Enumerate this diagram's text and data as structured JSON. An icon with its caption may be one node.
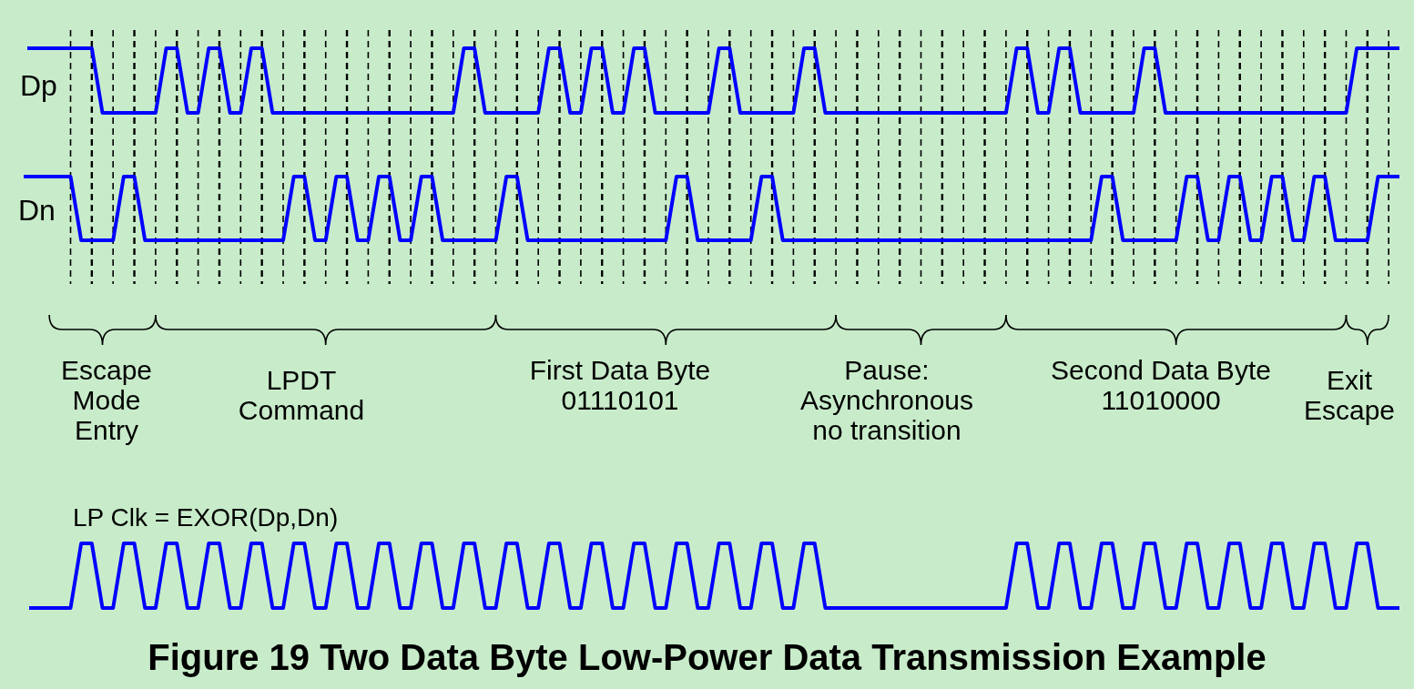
{
  "diagram": {
    "caption": "Figure 19 Two Data Byte Low-Power Data Transmission Example",
    "labels": [
      "Dp",
      "Dn",
      "Escape Mode Entry",
      "LPDT Command",
      "First Data Byte 01110101",
      "Pause: Asynchronous no transition",
      "Second Data Byte 11010000",
      "Exit Escape",
      "LP Clk = EXOR(Dp,Dn)"
    ]
  }
}
